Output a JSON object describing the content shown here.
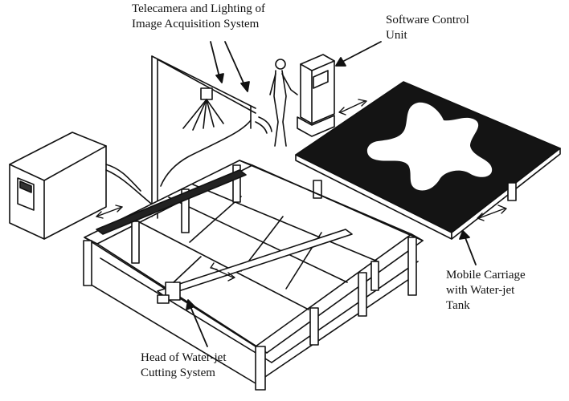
{
  "labels": {
    "telecamera": [
      "Telecamera and Lighting of",
      "Image Acquisition System"
    ],
    "software": [
      "Software Control",
      "Unit"
    ],
    "carriage": [
      "Mobile Carriage",
      "with Water-jet",
      "Tank"
    ],
    "head": [
      "Head of Water-jet",
      "Cutting System"
    ]
  },
  "colors": {
    "ink": "#111111",
    "tank": "#141414",
    "hide": "#ffffff",
    "paper": "#ffffff"
  }
}
